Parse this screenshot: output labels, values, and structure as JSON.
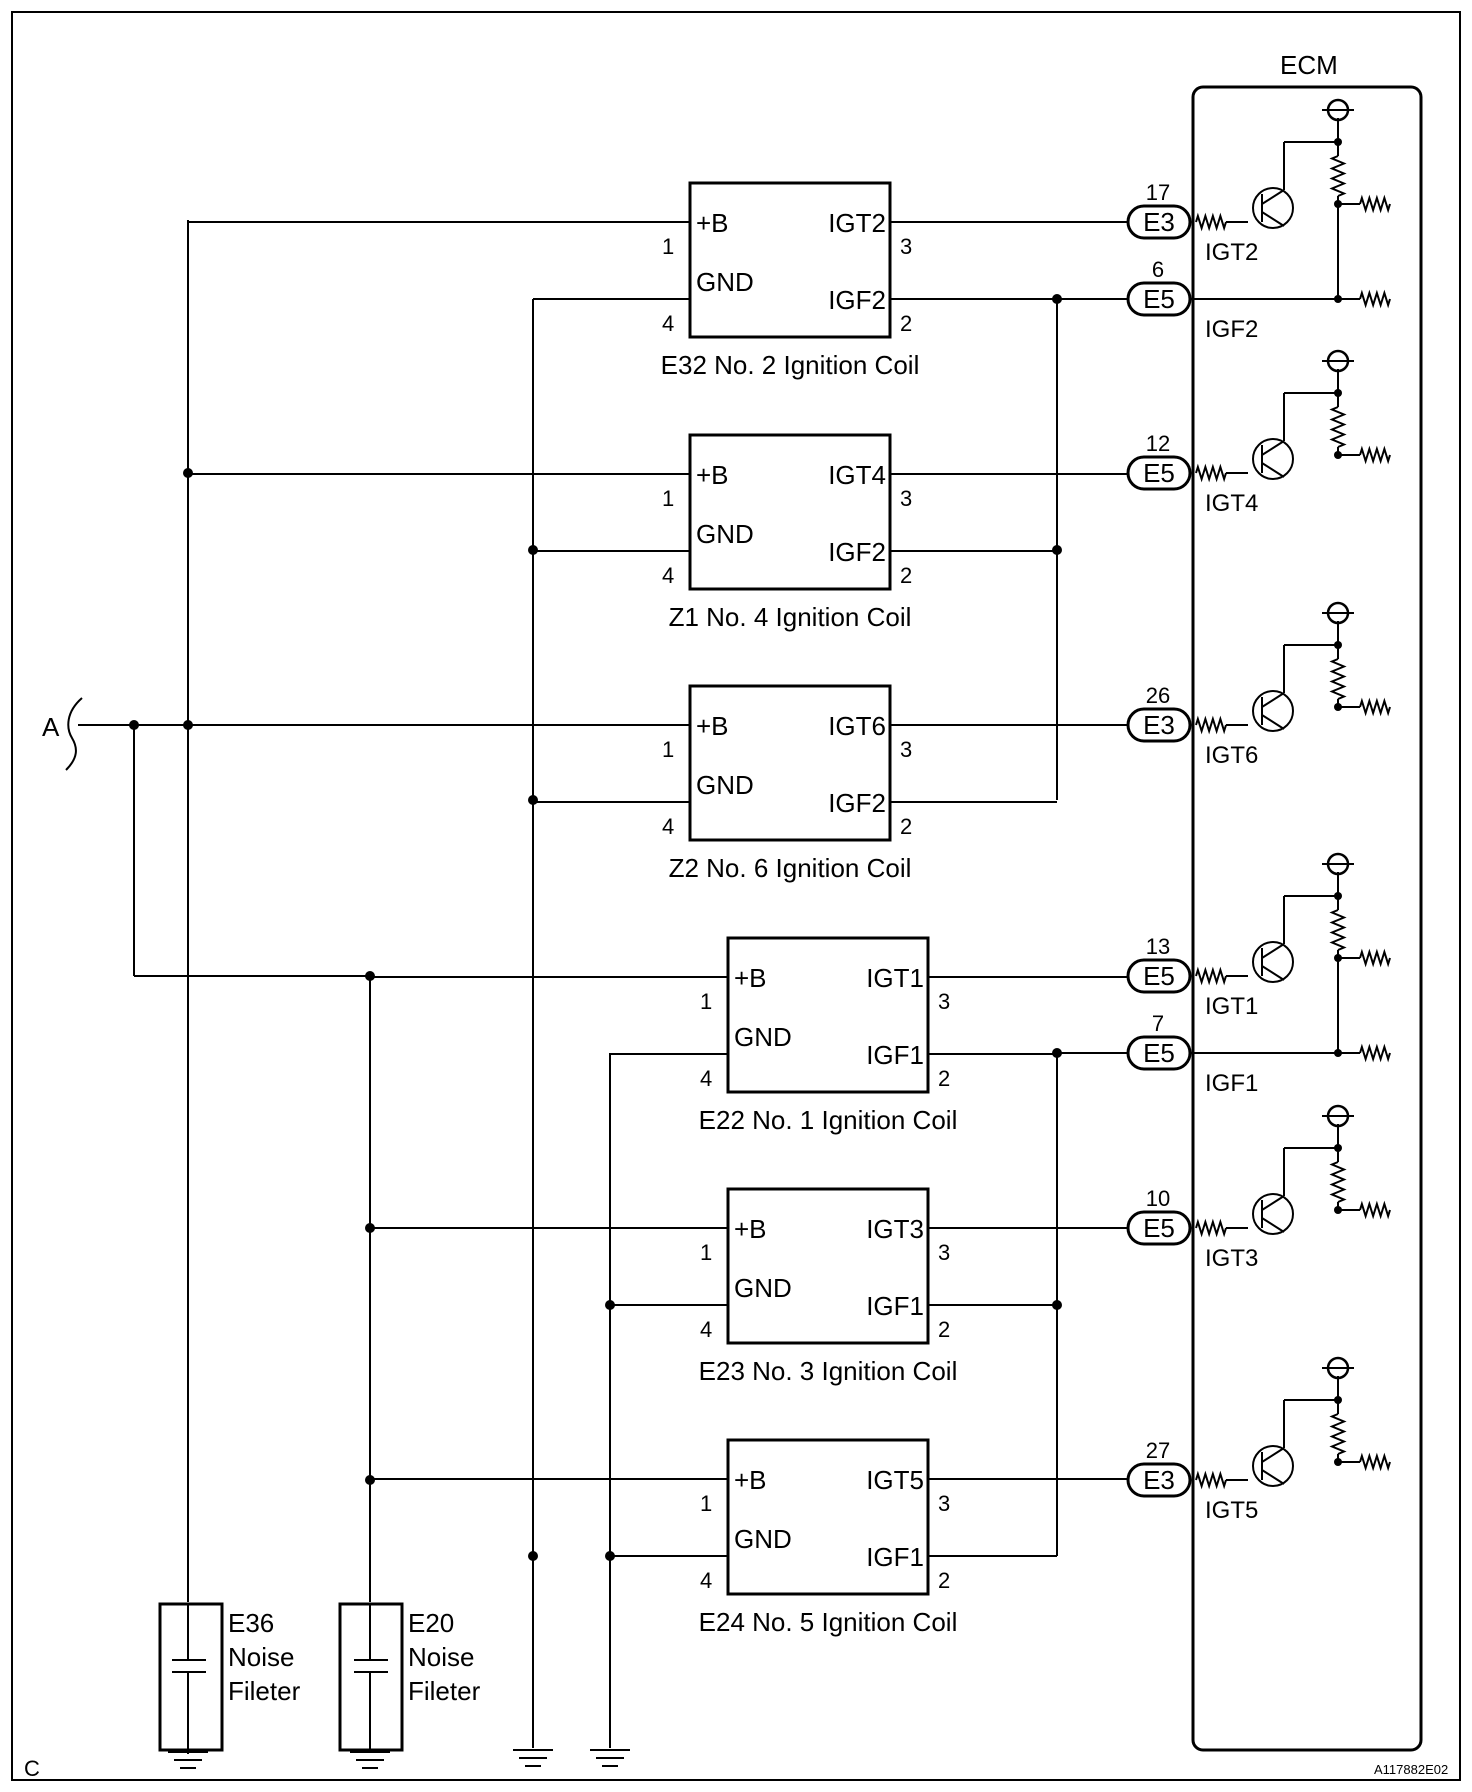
{
  "ecm_label": "ECM",
  "wire_a_label": "A",
  "corner_label": "C",
  "figure_code": "A117882E02",
  "coils": [
    {
      "caption": "E32 No. 2 Ignition Coil",
      "igt": "IGT2",
      "igf": "IGF2",
      "pin_b": "1",
      "pin_gnd": "4",
      "pin_igt": "3",
      "pin_igf": "2",
      "pwr": "+B",
      "gnd": "GND"
    },
    {
      "caption": "Z1 No. 4 Ignition Coil",
      "igt": "IGT4",
      "igf": "IGF2",
      "pin_b": "1",
      "pin_gnd": "4",
      "pin_igt": "3",
      "pin_igf": "2",
      "pwr": "+B",
      "gnd": "GND"
    },
    {
      "caption": "Z2 No. 6 Ignition Coil",
      "igt": "IGT6",
      "igf": "IGF2",
      "pin_b": "1",
      "pin_gnd": "4",
      "pin_igt": "3",
      "pin_igf": "2",
      "pwr": "+B",
      "gnd": "GND"
    },
    {
      "caption": "E22 No. 1 Ignition Coil",
      "igt": "IGT1",
      "igf": "IGF1",
      "pin_b": "1",
      "pin_gnd": "4",
      "pin_igt": "3",
      "pin_igf": "2",
      "pwr": "+B",
      "gnd": "GND"
    },
    {
      "caption": "E23 No. 3 Ignition Coil",
      "igt": "IGT3",
      "igf": "IGF1",
      "pin_b": "1",
      "pin_gnd": "4",
      "pin_igt": "3",
      "pin_igf": "2",
      "pwr": "+B",
      "gnd": "GND"
    },
    {
      "caption": "E24 No. 5 Ignition Coil",
      "igt": "IGT5",
      "igf": "IGF1",
      "pin_b": "1",
      "pin_gnd": "4",
      "pin_igt": "3",
      "pin_igf": "2",
      "pwr": "+B",
      "gnd": "GND"
    }
  ],
  "connectors": [
    {
      "num": "17",
      "conn": "E3",
      "signal": "IGT2"
    },
    {
      "num": "6",
      "conn": "E5",
      "signal": "IGF2"
    },
    {
      "num": "12",
      "conn": "E5",
      "signal": "IGT4"
    },
    {
      "num": "26",
      "conn": "E3",
      "signal": "IGT6"
    },
    {
      "num": "13",
      "conn": "E5",
      "signal": "IGT1"
    },
    {
      "num": "7",
      "conn": "E5",
      "signal": "IGF1"
    },
    {
      "num": "10",
      "conn": "E5",
      "signal": "IGT3"
    },
    {
      "num": "27",
      "conn": "E3",
      "signal": "IGT5"
    }
  ],
  "noise_filters": [
    {
      "code": "E36",
      "line1": "Noise",
      "line2": "Fileter"
    },
    {
      "code": "E20",
      "line1": "Noise",
      "line2": "Fileter"
    }
  ]
}
